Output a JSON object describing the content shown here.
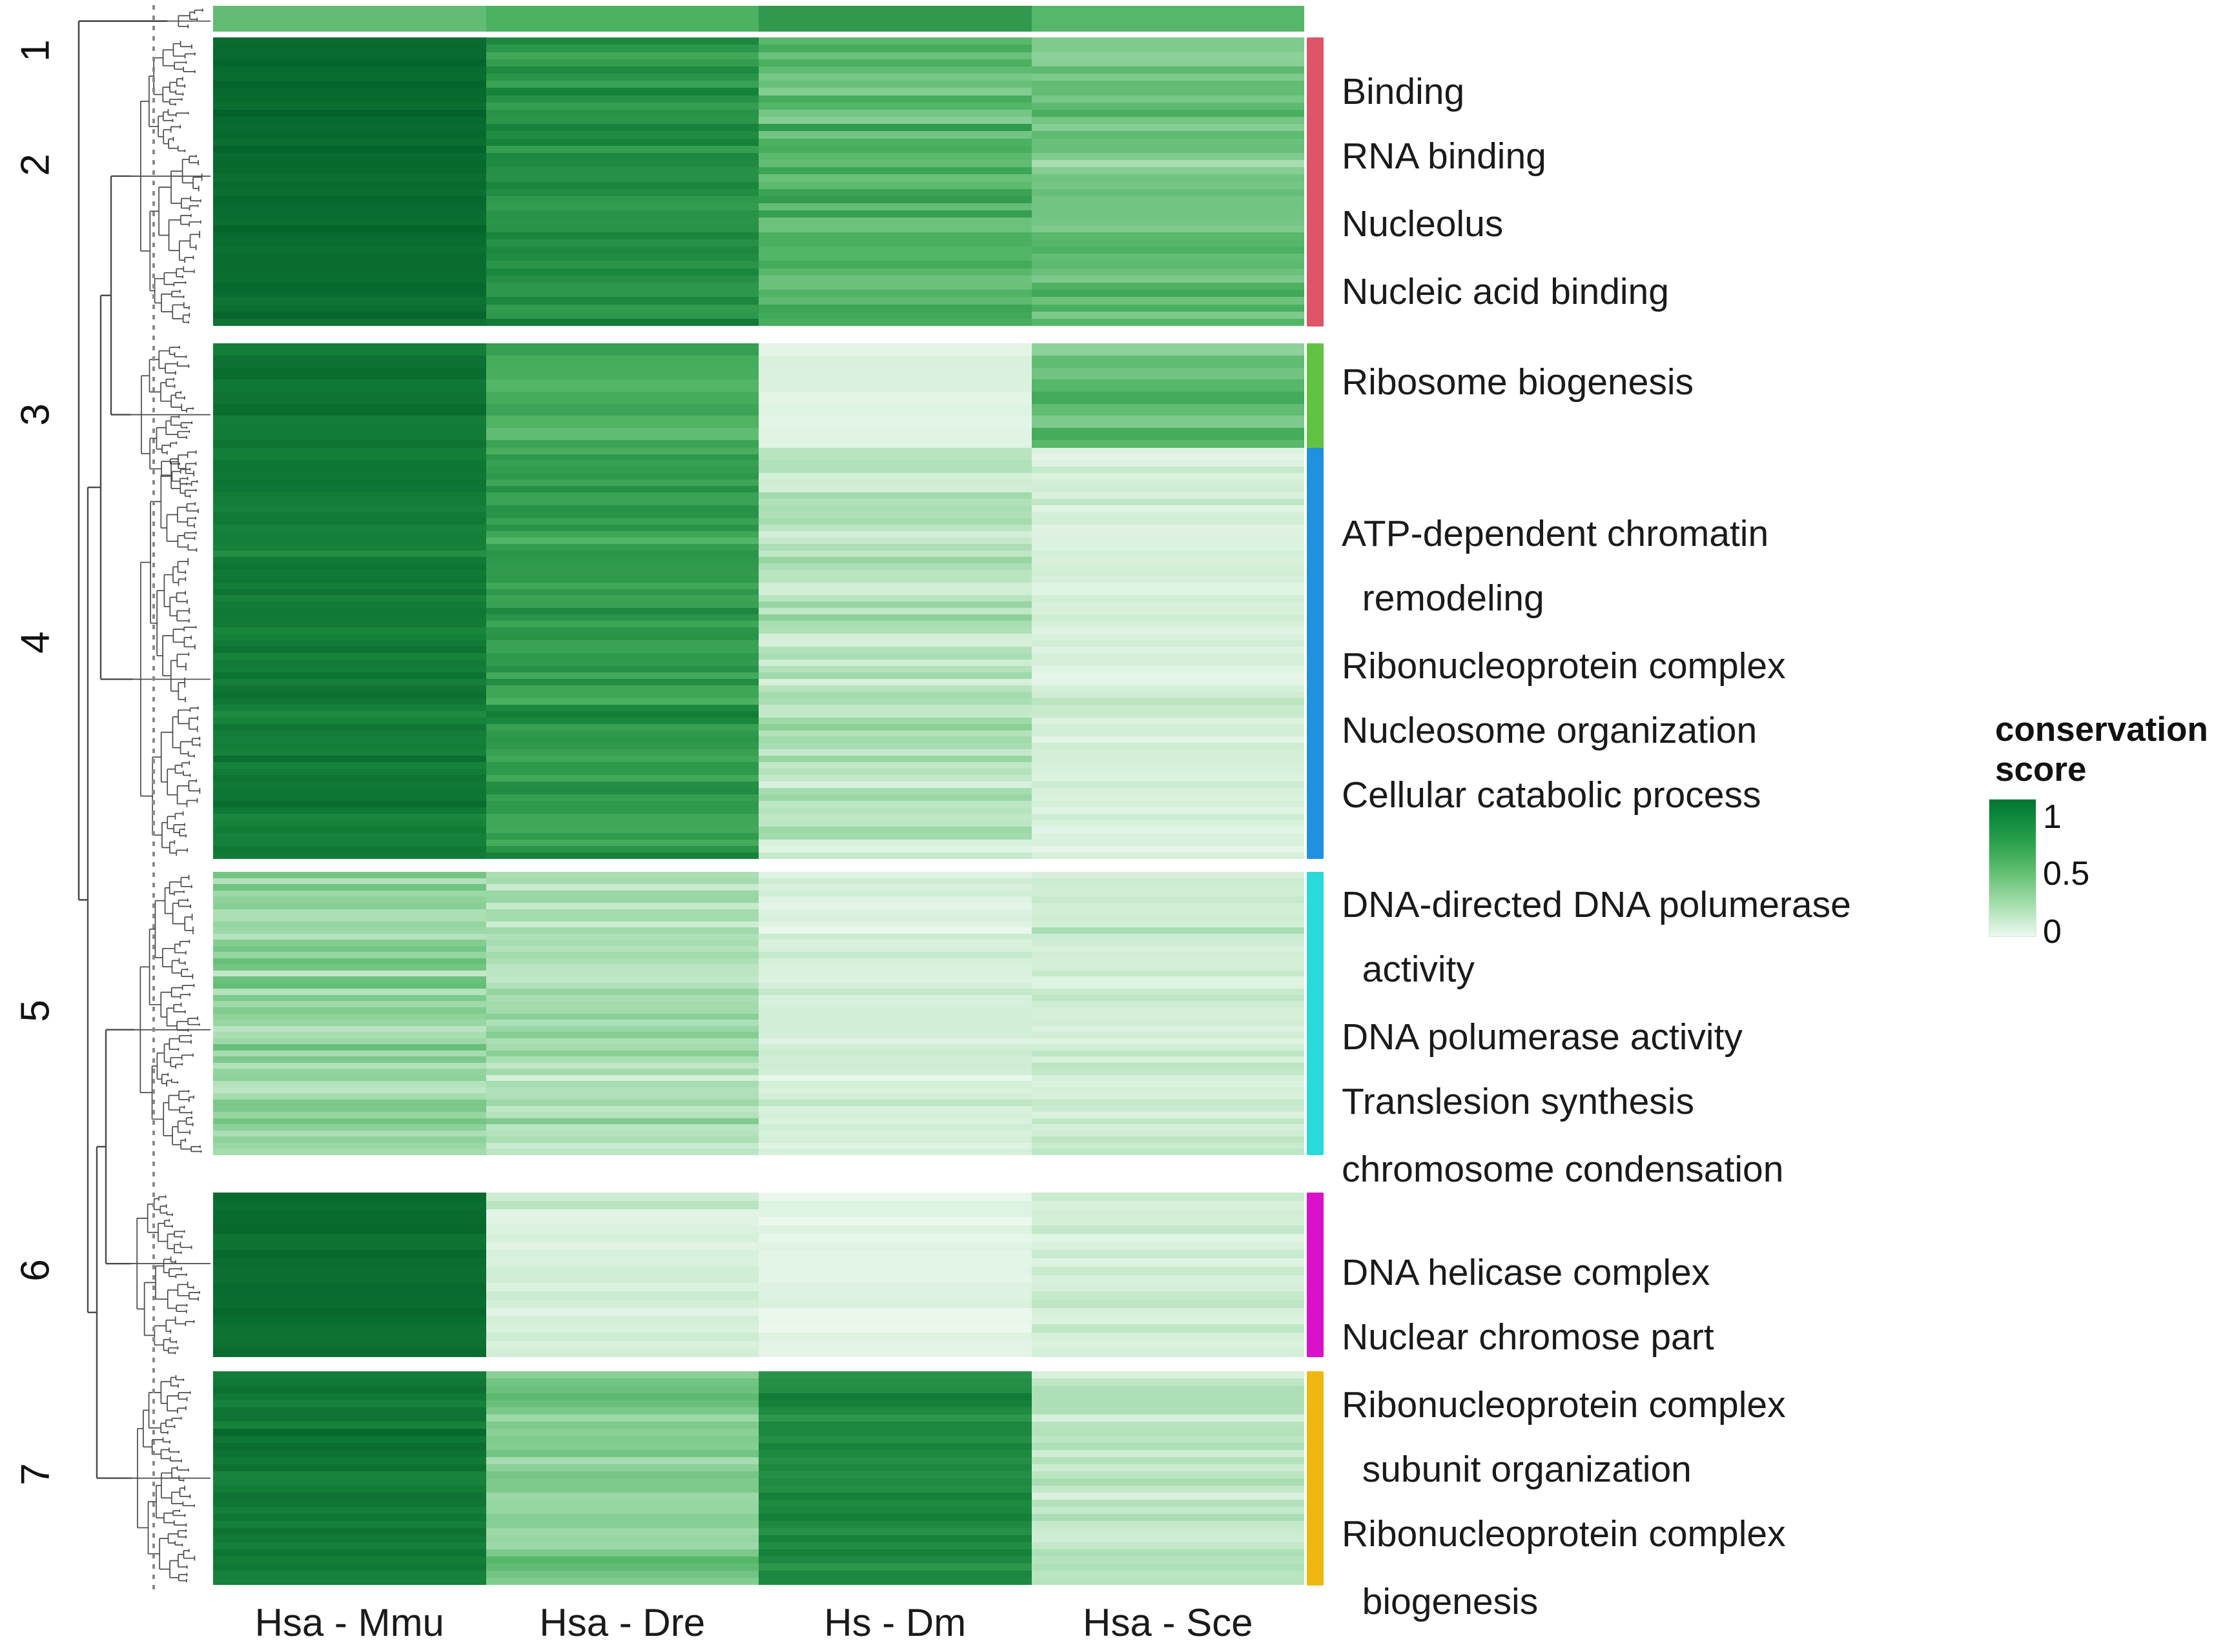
{
  "chart_data": {
    "type": "heatmap",
    "title": "",
    "xlabel": "",
    "ylabel": "",
    "legend_title_line1": "conservation",
    "legend_title_line2": "score",
    "colorbar_ticks": [
      "1",
      "0.5",
      "0"
    ],
    "colorbar_range": [
      0,
      1
    ],
    "colorscale_low": "#f2faf3",
    "colorscale_mid": "#4fb568",
    "colorscale_high": "#056b2f",
    "categories": [
      "Hsa - Mmu",
      "Hsa - Dre",
      "Hs - Dm",
      "Hsa - Sce"
    ],
    "row_clusters": [
      "1",
      "2",
      "3",
      "4",
      "5",
      "6",
      "7"
    ],
    "legend_position": "right",
    "grid": false,
    "dendrogram": "row-side, left, with dotted cut line",
    "series": [
      {
        "name": "Hsa - Mmu",
        "cluster_means": [
          0.55,
          0.93,
          0.88,
          0.85,
          0.42,
          0.92,
          0.86
        ]
      },
      {
        "name": "Hsa - Dre",
        "cluster_means": [
          0.6,
          0.74,
          0.62,
          0.7,
          0.33,
          0.2,
          0.47
        ]
      },
      {
        "name": "Hs - Dm",
        "cluster_means": [
          0.72,
          0.58,
          0.14,
          0.3,
          0.18,
          0.09,
          0.78
        ]
      },
      {
        "name": "Hsa - Sce",
        "cluster_means": [
          0.57,
          0.47,
          0.55,
          0.17,
          0.21,
          0.18,
          0.28
        ]
      }
    ],
    "cluster_row_counts": [
      1,
      40,
      12,
      64,
      46,
      20,
      30
    ]
  },
  "axis": {
    "xticks": [
      "Hsa - Mmu",
      "Hsa - Dre",
      "Hs - Dm",
      "Hsa - Sce"
    ]
  },
  "clusters": [
    {
      "id": "1",
      "label": "1",
      "color": "#dd5566"
    },
    {
      "id": "2",
      "label": "2",
      "color": "#dd5566"
    },
    {
      "id": "3",
      "label": "3",
      "color": "#62c343"
    },
    {
      "id": "4",
      "label": "4",
      "color": "#2190e0"
    },
    {
      "id": "5",
      "label": "5",
      "color": "#2ad9da"
    },
    {
      "id": "6",
      "label": "6",
      "color": "#d912c9"
    },
    {
      "id": "7",
      "label": "7",
      "color": "#efb70f"
    }
  ],
  "annotation_bars": [
    {
      "name": "bar-crimson",
      "color": "#dd5566"
    },
    {
      "name": "bar-green",
      "color": "#62c343"
    },
    {
      "name": "bar-blue",
      "color": "#2190e0"
    },
    {
      "name": "bar-cyan",
      "color": "#2ad9da"
    },
    {
      "name": "bar-magenta",
      "color": "#d912c9"
    },
    {
      "name": "bar-gold",
      "color": "#efb70f"
    }
  ],
  "terms": [
    {
      "text": "Binding",
      "group": "crimson"
    },
    {
      "text": "RNA binding",
      "group": "crimson"
    },
    {
      "text": "Nucleolus",
      "group": "crimson"
    },
    {
      "text": "Nucleic acid binding",
      "group": "crimson"
    },
    {
      "text": "Ribosome biogenesis",
      "group": "green"
    },
    {
      "text": "ATP-dependent chromatin",
      "group": "blue"
    },
    {
      "text": "  remodeling",
      "group": "blue"
    },
    {
      "text": "Ribonucleoprotein complex",
      "group": "blue"
    },
    {
      "text": "Nucleosome organization",
      "group": "blue"
    },
    {
      "text": "Cellular catabolic process",
      "group": "blue"
    },
    {
      "text": "DNA-directed DNA polumerase",
      "group": "cyan"
    },
    {
      "text": "  activity",
      "group": "cyan"
    },
    {
      "text": "DNA polumerase activity",
      "group": "cyan"
    },
    {
      "text": "Translesion synthesis",
      "group": "cyan"
    },
    {
      "text": "chromosome condensation",
      "group": "cyan"
    },
    {
      "text": "DNA helicase complex",
      "group": "magenta"
    },
    {
      "text": "Nuclear chromose part",
      "group": "magenta"
    },
    {
      "text": "Ribonucleoprotein complex",
      "group": "gold"
    },
    {
      "text": "  subunit organization",
      "group": "gold"
    },
    {
      "text": "Ribonucleoprotein complex",
      "group": "gold"
    },
    {
      "text": "  biogenesis",
      "group": "gold"
    }
  ],
  "legend": {
    "title_line1": "conservation",
    "title_line2": "score",
    "ticks": [
      "1",
      "0.5",
      "0"
    ]
  }
}
